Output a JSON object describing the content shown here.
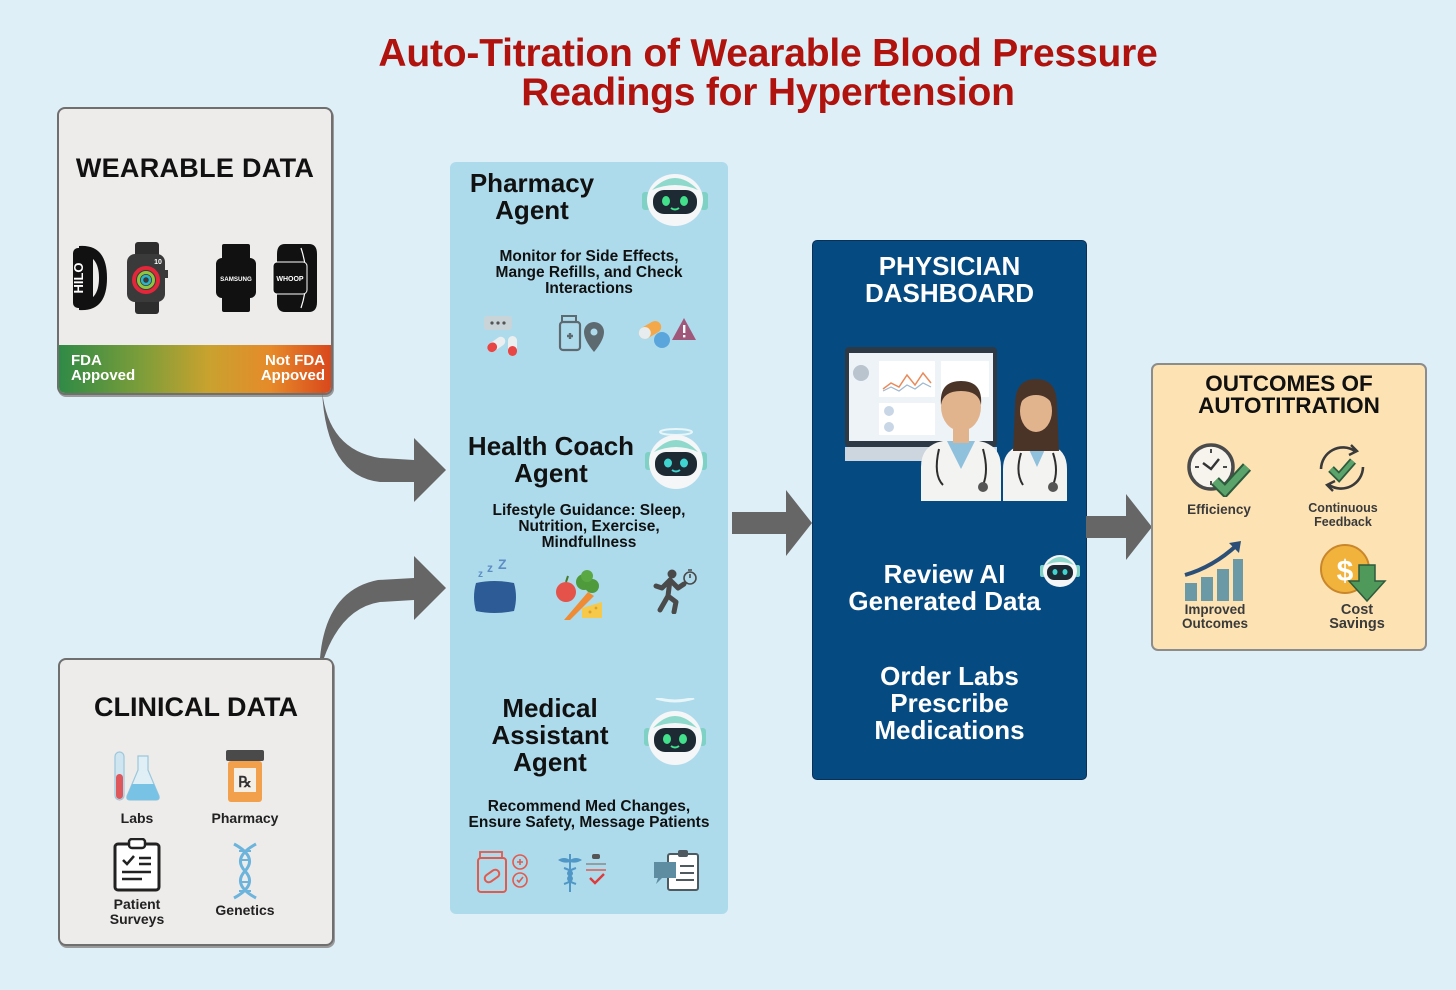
{
  "title": {
    "line1": "Auto-Titration of Wearable Blood Pressure",
    "line2": "Readings for Hypertension"
  },
  "wearable": {
    "heading": "WEARABLE DATA",
    "devices": [
      {
        "name": "HILO",
        "icon": "band-icon"
      },
      {
        "name": "Apple Watch",
        "icon": "smartwatch-rings-icon",
        "badge": "10"
      },
      {
        "name": "SAMSUNG",
        "icon": "smartwatch-icon"
      },
      {
        "name": "WHOOP",
        "icon": "band-icon"
      }
    ],
    "scale_left_line1": "FDA",
    "scale_left_line2": "Appoved",
    "scale_right_line1": "Not FDA",
    "scale_right_line2": "Appoved",
    "colors": {
      "approved": "#2f8a46",
      "not_approved": "#d9481c"
    }
  },
  "clinical": {
    "heading": "CLINICAL DATA",
    "items": [
      {
        "label": "Labs",
        "icon": "lab-tubes-icon"
      },
      {
        "label": "Pharmacy",
        "icon": "rx-bottle-icon"
      },
      {
        "label_line1": "Patient",
        "label_line2": "Surveys",
        "icon": "clipboard-checklist-icon"
      },
      {
        "label": "Genetics",
        "icon": "dna-icon"
      }
    ]
  },
  "agents": [
    {
      "title_line1": "Pharmacy",
      "title_line2": "Agent",
      "desc_line1": "Monitor for Side Effects,",
      "desc_line2": "Mange Refills, and Check",
      "desc_line3": "Interactions",
      "icons": [
        "pill-chat-icon",
        "pharmacy-location-icon",
        "drug-interaction-warning-icon"
      ]
    },
    {
      "title_line1": "Health Coach",
      "title_line2": "Agent",
      "desc_line1": "Lifestyle Guidance: Sleep,",
      "desc_line2": "Nutrition, Exercise,",
      "desc_line3": "Mindfullness",
      "icons": [
        "sleep-pillow-icon",
        "nutrition-food-icon",
        "running-stopwatch-icon"
      ]
    },
    {
      "title_line1": "Medical",
      "title_line2": "Assistant",
      "title_line3": "Agent",
      "desc_line1": "Recommend Med Changes,",
      "desc_line2": "Ensure Safety, Message Patients",
      "icons": [
        "med-bottle-check-icon",
        "caduceus-check-icon",
        "message-clipboard-icon"
      ]
    }
  ],
  "physician": {
    "heading_line1": "PHYSICIAN",
    "heading_line2": "DASHBOARD",
    "review_line1": "Review AI",
    "review_line2": "Generated Data",
    "order_line1": "Order Labs",
    "order_line2": "Prescribe",
    "order_line3": "Medications",
    "color": "#064a82"
  },
  "outcomes": {
    "heading_line1": "OUTCOMES OF",
    "heading_line2": "AUTOTITRATION",
    "items": [
      {
        "label": "Efficiency",
        "icon": "clock-check-icon"
      },
      {
        "label_line1": "Continuous",
        "label_line2": "Feedback",
        "icon": "cycle-check-icon"
      },
      {
        "label_line1": "Improved",
        "label_line2": "Outcomes",
        "icon": "growth-chart-icon"
      },
      {
        "label_line1": "Cost",
        "label_line2": "Savings",
        "icon": "dollar-down-icon"
      }
    ]
  }
}
